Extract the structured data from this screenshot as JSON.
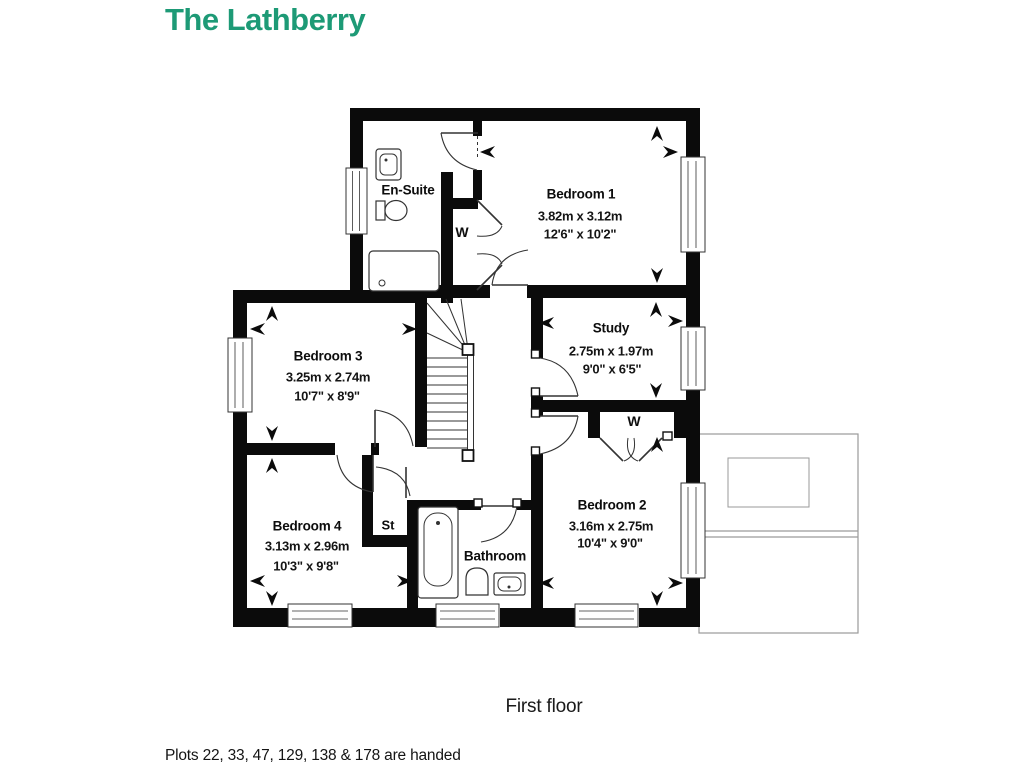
{
  "title": "The Lathberry",
  "floor_label": "First floor",
  "handed_note": "Plots 22, 33, 47, 129, 138 & 178 are handed",
  "colors": {
    "accent": "#1D9A76",
    "wall": "#0B0B0B"
  },
  "rooms": {
    "bedroom1": {
      "name": "Bedroom 1",
      "metric": "3.82m x 3.12m",
      "imperial": "12'6\" x 10'2\""
    },
    "bedroom2": {
      "name": "Bedroom 2",
      "metric": "3.16m x 2.75m",
      "imperial": "10'4\" x 9'0\""
    },
    "bedroom3": {
      "name": "Bedroom 3",
      "metric": "3.25m x 2.74m",
      "imperial": "10'7\" x 8'9\""
    },
    "bedroom4": {
      "name": "Bedroom 4",
      "metric": "3.13m x 2.96m",
      "imperial": "10'3\" x 9'8\""
    },
    "study": {
      "name": "Study",
      "metric": "2.75m x 1.97m",
      "imperial": "9'0\" x 6'5\""
    },
    "ensuite": {
      "name": "En-Suite"
    },
    "bathroom": {
      "name": "Bathroom"
    },
    "storage_label": "St",
    "wardrobe_label": "W"
  }
}
